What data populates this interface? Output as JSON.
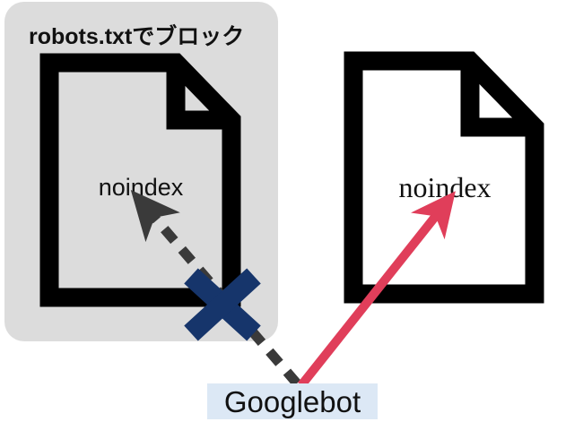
{
  "diagram": {
    "title_note": "robots.txtでブロック",
    "blocked_panel": {
      "label": "robots.txtでブロック",
      "background_color": "#dcdcdc",
      "document_label": "noindex",
      "document_outline_color": "#000000"
    },
    "crawlable_panel": {
      "document_label": "noindex",
      "document_outline_color": "#000000"
    },
    "crawler": {
      "label": "Googlebot",
      "label_background_color": "#dce8f5",
      "label_text_color": "#111111"
    },
    "arrows": [
      {
        "name": "blocked-crawl-arrow",
        "style": "dashed",
        "color": "#3a3a3a",
        "from": "Googlebot",
        "to": "blocked document",
        "blocked": true
      },
      {
        "name": "allowed-crawl-arrow",
        "style": "solid",
        "color": "#e03e5a",
        "from": "Googlebot",
        "to": "crawlable document",
        "blocked": false
      }
    ],
    "block_marker": {
      "name": "cross-mark",
      "symbol": "X",
      "color": "#16356b"
    }
  }
}
